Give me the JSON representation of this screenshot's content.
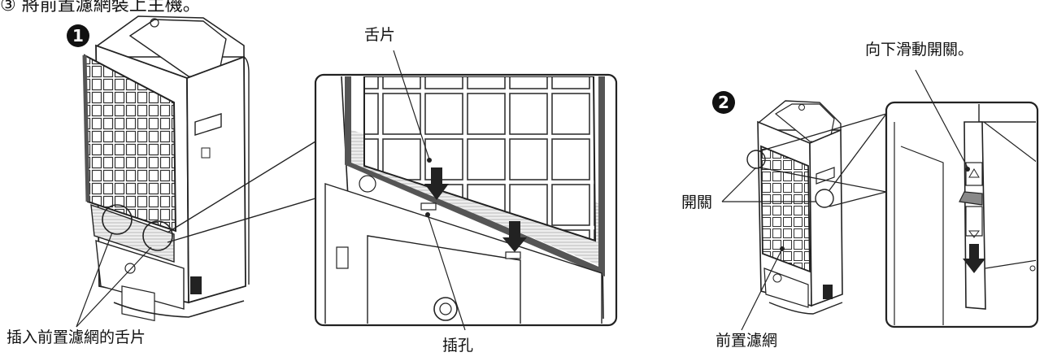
{
  "header": {
    "text": "③ 將前置濾網裝上主機。"
  },
  "steps": {
    "step1": "1",
    "step2": "2"
  },
  "labels": {
    "tab": "舌片",
    "slot": "插孔",
    "insert_tabs": "插入前置濾網的舌片",
    "slide_switch": "向下滑動開關。",
    "switch": "開關",
    "pre_filter": "前置濾網"
  },
  "colors": {
    "line": "#222222",
    "body": "#ffffff",
    "mesh": "#dcdcdc",
    "frame_dark": "#555555"
  }
}
